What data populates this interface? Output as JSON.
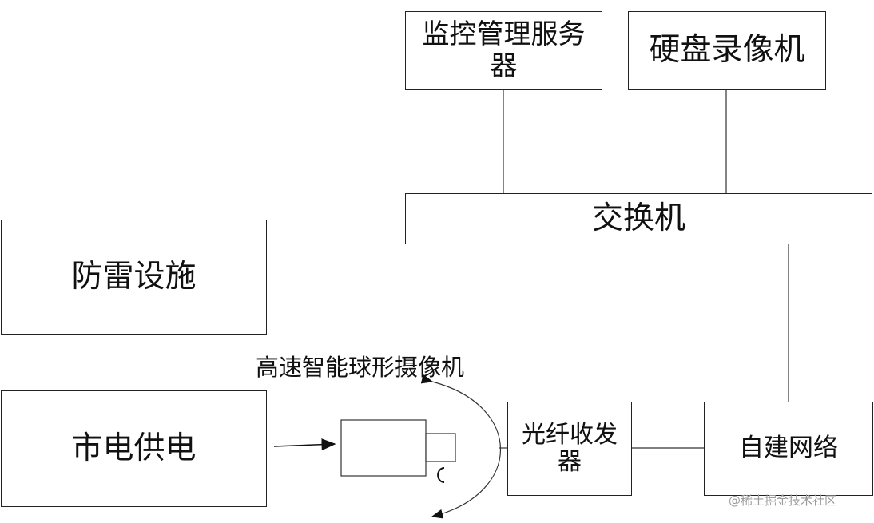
{
  "diagram": {
    "nodes": {
      "monitor_server": "监控管理服务器",
      "nvr": "硬盘录像机",
      "switch": "交换机",
      "lightning": "防雷设施",
      "mains": "市电供电",
      "fiber_transceiver": "光纤收发器",
      "network": "自建网络"
    },
    "camera_label": "高速智能球形摄像机"
  },
  "watermark": "@稀土掘金技术社区"
}
